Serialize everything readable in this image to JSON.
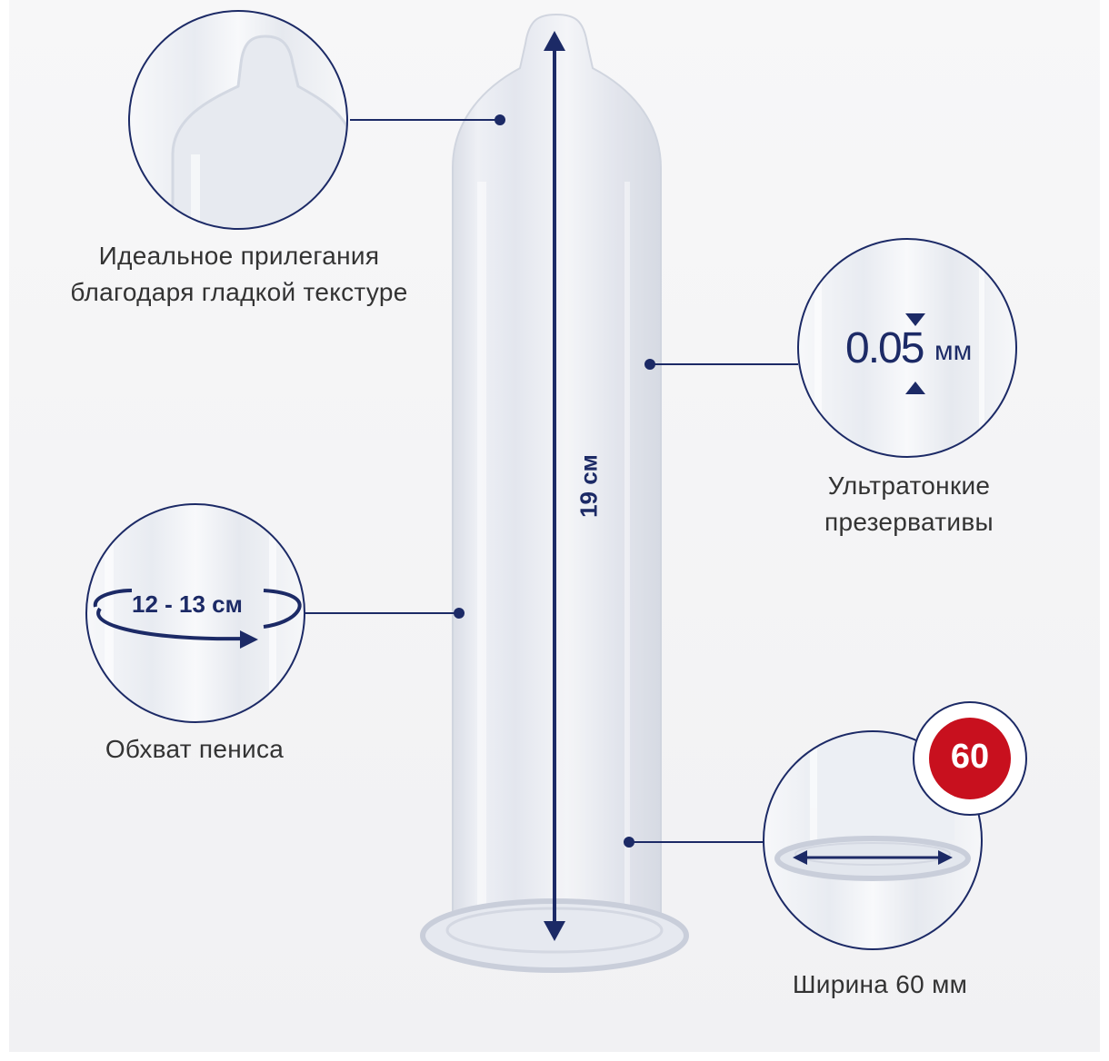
{
  "features": {
    "tip": {
      "caption_line1": "Идеальное прилегания",
      "caption_line2": "благодаря гладкой текстуре"
    },
    "thickness": {
      "value": "0.05",
      "unit": "мм",
      "caption_line1": "Ультратонкие",
      "caption_line2": "презервативы"
    },
    "girth": {
      "value": "12 - 13 см",
      "caption": "Обхват пениса"
    },
    "width": {
      "badge": "60",
      "caption": "Ширина 60 мм"
    },
    "length": {
      "value": "19 см"
    }
  },
  "colors": {
    "navy": "#1c2a66",
    "badge_red": "#c8101e",
    "panel": "#f3f3f5",
    "caption_text": "#333333"
  },
  "icons": [
    "double-arrow-icon",
    "circular-arrow-icon",
    "triangle-marker-icon"
  ]
}
